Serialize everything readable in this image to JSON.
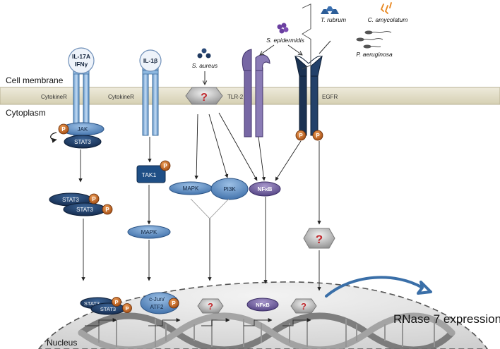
{
  "labels": {
    "cell_membrane": "Cell membrane",
    "cytoplasm": "Cytoplasm",
    "nucleus": "Nucleus",
    "output": "RNase 7 expression"
  },
  "receptors": {
    "cytokine_r1": "CytokineR",
    "cytokine_r2": "CytokineR",
    "tlr2": "TLR-2",
    "egfr": "EGFR",
    "ligand1_line1": "IL-17A",
    "ligand1_line2": "IFNγ",
    "ligand2": "IL-1β"
  },
  "microbes": {
    "s_aureus": "S. aureus",
    "s_epidermidis": "S. epidermidis",
    "t_rubrum": "T. rubrum",
    "c_amycolatum": "C. amycolatum",
    "p_aeruginosa": "P. aeruginosa"
  },
  "molecules": {
    "jak": "JAK",
    "stat3": "STAT3",
    "tak1": "TAK1",
    "mapk": "MAPK",
    "pi3k": "PI3K",
    "nfkb": "NFκB",
    "cjun": "c-Jun/",
    "atf2": "ATF2",
    "phospho": "P",
    "unknown": "?"
  },
  "colors": {
    "membrane": "#e6e1c8",
    "cytokine_receptor": "#8db8e0",
    "stat_dark": "#1f3c63",
    "mapk_blue": "#4a7cb8",
    "tlr2_purple": "#6b5a96",
    "egfr_navy": "#1b3353",
    "phospho_orange": "#c0651e",
    "unknown_red": "#c0282d",
    "nucleus_gray": "#e4e4e4",
    "arrow_curve": "#3a6fa8"
  }
}
